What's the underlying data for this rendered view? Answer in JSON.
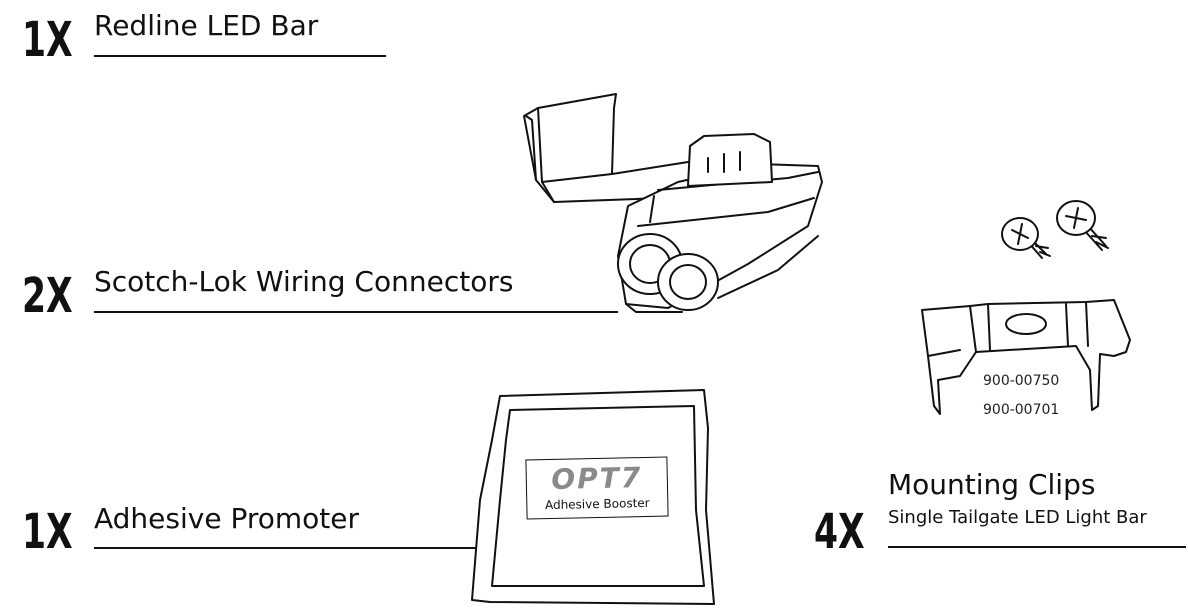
{
  "items": [
    {
      "qty": "1X",
      "name": "Redline LED Bar"
    },
    {
      "qty": "2X",
      "name": "Scotch-Lok Wiring Connectors"
    },
    {
      "qty": "1X",
      "name": "Adhesive Promoter"
    },
    {
      "qty": "4X",
      "name": "Mounting Clips",
      "subtitle": "Single Tailgate LED Light Bar"
    }
  ],
  "clip_part_numbers": [
    "900-00750",
    "900-00701"
  ],
  "package": {
    "logo": "OPT7",
    "label": "Adhesive Booster"
  },
  "icons": {
    "connector": "scotch-lok-connector-illustration",
    "screws": "screw-pair-illustration",
    "clip": "mounting-clip-illustration",
    "packet": "adhesive-packet-illustration"
  }
}
